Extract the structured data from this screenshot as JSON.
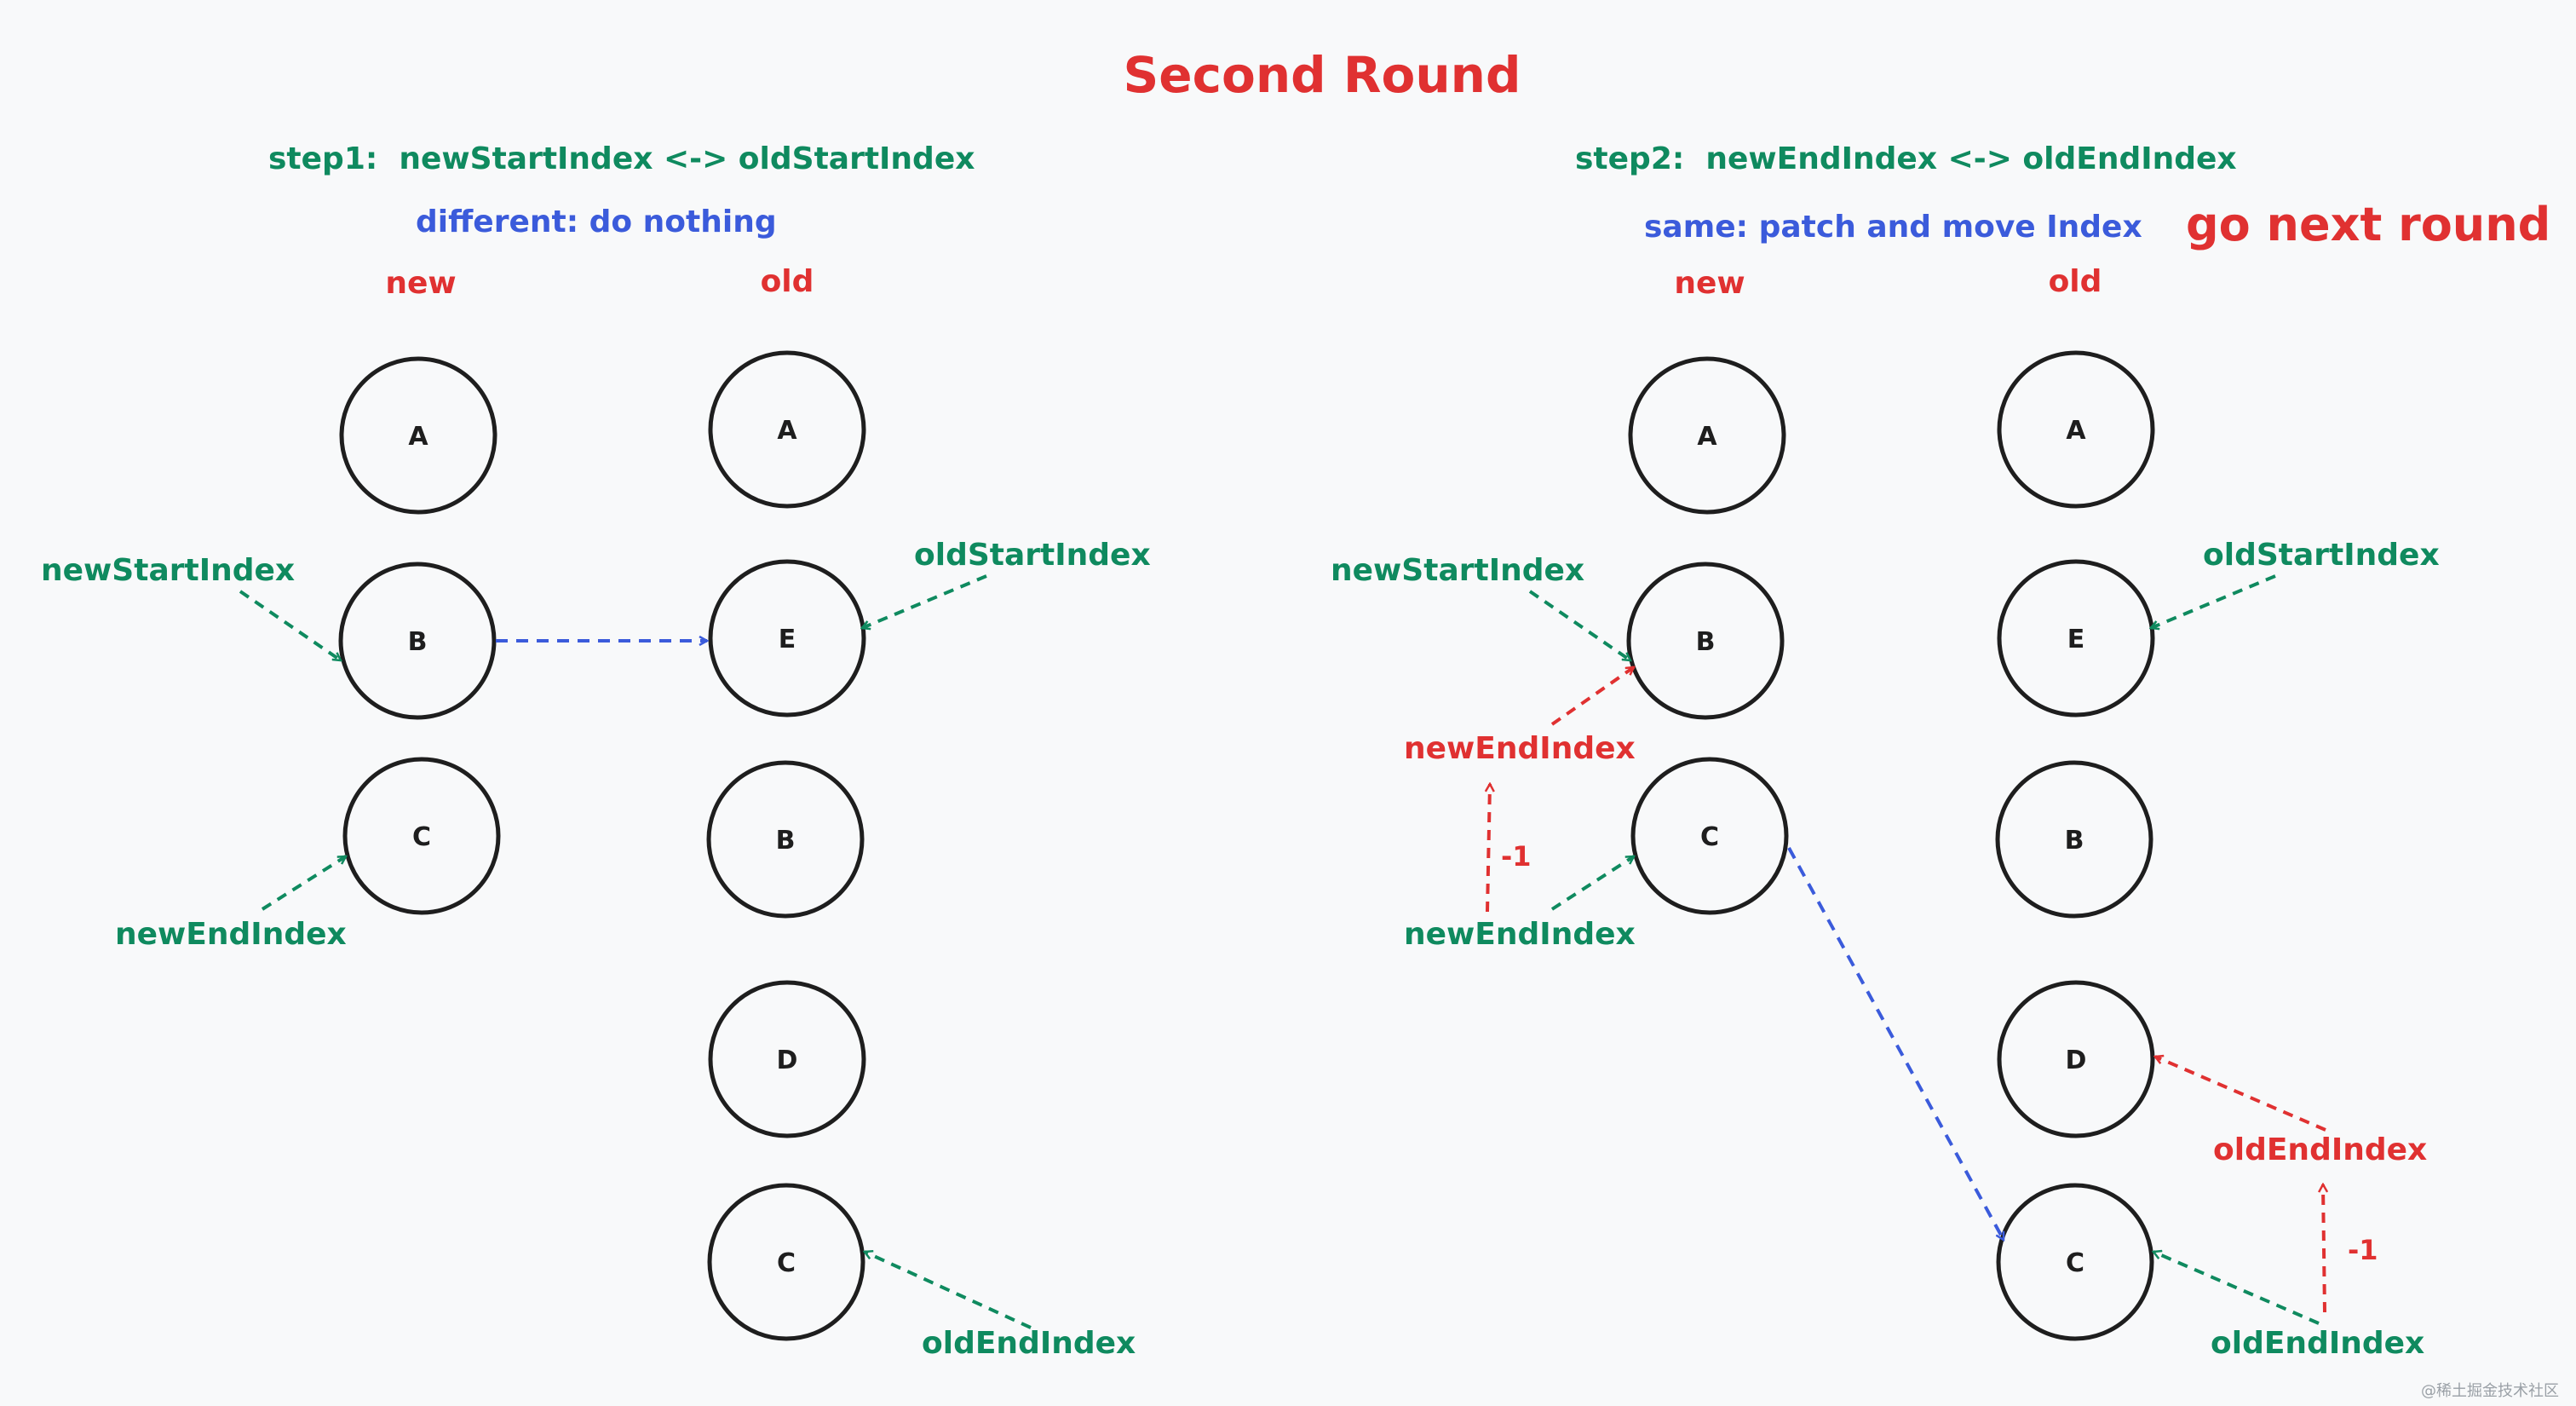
{
  "colors": {
    "red": "#e03131",
    "green": "#0f8a5f",
    "blue": "#3b5bdb",
    "stroke": "#1e1e1e"
  },
  "title": "Second Round",
  "left": {
    "step": "step1:  newStartIndex <-> oldStartIndex",
    "note": "different: do nothing",
    "new_label": "new",
    "old_label": "old",
    "new_nodes": [
      "A",
      "B",
      "C"
    ],
    "old_nodes": [
      "A",
      "E",
      "B",
      "D",
      "C"
    ],
    "pointers": {
      "new_start": "newStartIndex",
      "new_end": "newEndIndex",
      "old_start": "oldStartIndex",
      "old_end": "oldEndIndex"
    }
  },
  "right": {
    "step": "step2:  newEndIndex <-> oldEndIndex",
    "note": "same: patch and move Index",
    "next": "go next round",
    "new_label": "new",
    "old_label": "old",
    "new_nodes": [
      "A",
      "B",
      "C"
    ],
    "old_nodes": [
      "A",
      "E",
      "B",
      "D",
      "C"
    ],
    "pointers": {
      "new_start": "newStartIndex",
      "new_end_moved": "newEndIndex",
      "new_end": "newEndIndex",
      "old_start": "oldStartIndex",
      "old_end_moved": "oldEndIndex",
      "old_end": "oldEndIndex",
      "decrement_new": "-1",
      "decrement_old": "-1"
    }
  },
  "watermark": "@稀土掘金技术社区"
}
